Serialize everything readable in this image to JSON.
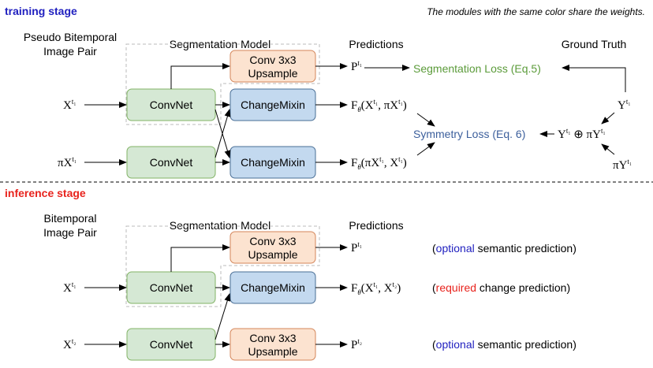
{
  "training": {
    "stage_title": "training stage",
    "note": "The modules with the same color share the weights.",
    "input_title_line1": "Pseudo Bitemporal",
    "input_title_line2": "Image Pair",
    "seg_model_title": "Segmentation Model",
    "predictions_title": "Predictions",
    "ground_truth_title": "Ground Truth",
    "conv_up_line1": "Conv 3x3",
    "conv_up_line2": "Upsample",
    "convnet1": "ConvNet",
    "convnet2": "ConvNet",
    "changemixin1": "ChangeMixin",
    "changemixin2": "ChangeMixin",
    "input1": {
      "base": "X",
      "sup": "t₁"
    },
    "input2": {
      "base": "πX",
      "sup": "t₁"
    },
    "pred_p": {
      "base": "P",
      "sup": "t₁"
    },
    "pred_f1": {
      "pre": "F",
      "sub": "θ",
      "args": [
        "(X",
        "t₁",
        ", πX",
        "t₁",
        ")"
      ]
    },
    "pred_f2": {
      "pre": "F",
      "sub": "θ",
      "args": [
        "(πX",
        "t₁",
        ", X",
        "t₁",
        ")"
      ]
    },
    "seg_loss": "Segmentation Loss (Eq.5)",
    "sym_loss": "Symmetry Loss (Eq. 6)",
    "gt_y": {
      "base": "Y",
      "sup": "t₁"
    },
    "gt_combined": {
      "base1": "Y",
      "sup1": "t₁",
      "op": " ⊕ πY",
      "sup2": "t₁"
    },
    "gt_piy": {
      "base": "πY",
      "sup": "t₁"
    }
  },
  "inference": {
    "stage_title": "inference stage",
    "input_title_line1": "Bitemporal",
    "input_title_line2": "Image Pair",
    "seg_model_title": "Segmentation Model",
    "predictions_title": "Predictions",
    "conv_up_line1": "Conv 3x3",
    "conv_up_line2": "Upsample",
    "convnet1": "ConvNet",
    "convnet2": "ConvNet",
    "changemixin": "ChangeMixin",
    "input1": {
      "base": "X",
      "sup": "t₁"
    },
    "input2": {
      "base": "X",
      "sup": "t₂"
    },
    "pred_p1": {
      "base": "P",
      "sup": "t₁"
    },
    "pred_f": {
      "pre": "F",
      "sub": "θ",
      "args": [
        "(X",
        "t₁",
        ", X",
        "t₂",
        ")"
      ]
    },
    "pred_p2": {
      "base": "P",
      "sup": "t₂"
    },
    "note1": {
      "open": "(",
      "highlight": "optional",
      "rest": " semantic prediction)"
    },
    "note2": {
      "open": "(",
      "highlight": "required",
      "rest": " change prediction)"
    },
    "note3": {
      "open": "(",
      "highlight": "optional",
      "rest": " semantic prediction)"
    }
  },
  "colors": {
    "stage_training": "#1f1fbf",
    "stage_inference": "#e8231d",
    "convnet_fill": "#d5e8d4",
    "convnet_stroke": "#82b366",
    "changemixin_fill": "#c3d9ef",
    "changemixin_stroke": "#4a6f96",
    "convup_fill": "#fce3d0",
    "convup_stroke": "#d4865a",
    "seg_loss_text": "#5b9b3a",
    "sym_loss_text": "#3c5f9c",
    "optional_text": "#1f1fbf",
    "required_text": "#e8231d",
    "dashed_group": "#bbbbbb"
  }
}
